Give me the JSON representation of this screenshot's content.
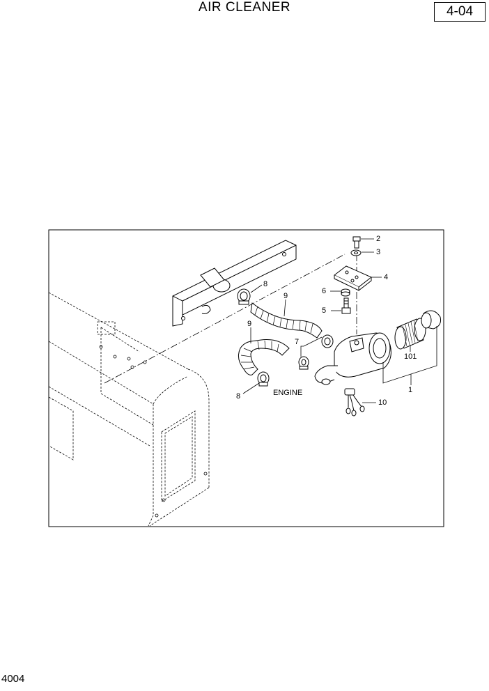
{
  "header": {
    "title": "AIR CLEANER",
    "page_ref": "4-04"
  },
  "footer": {
    "code": "4004"
  },
  "diagram": {
    "callouts": [
      "1",
      "2",
      "3",
      "4",
      "5",
      "6",
      "7",
      "8",
      "8",
      "9",
      "9",
      "10",
      "101"
    ],
    "engine_label": "ENGINE"
  }
}
